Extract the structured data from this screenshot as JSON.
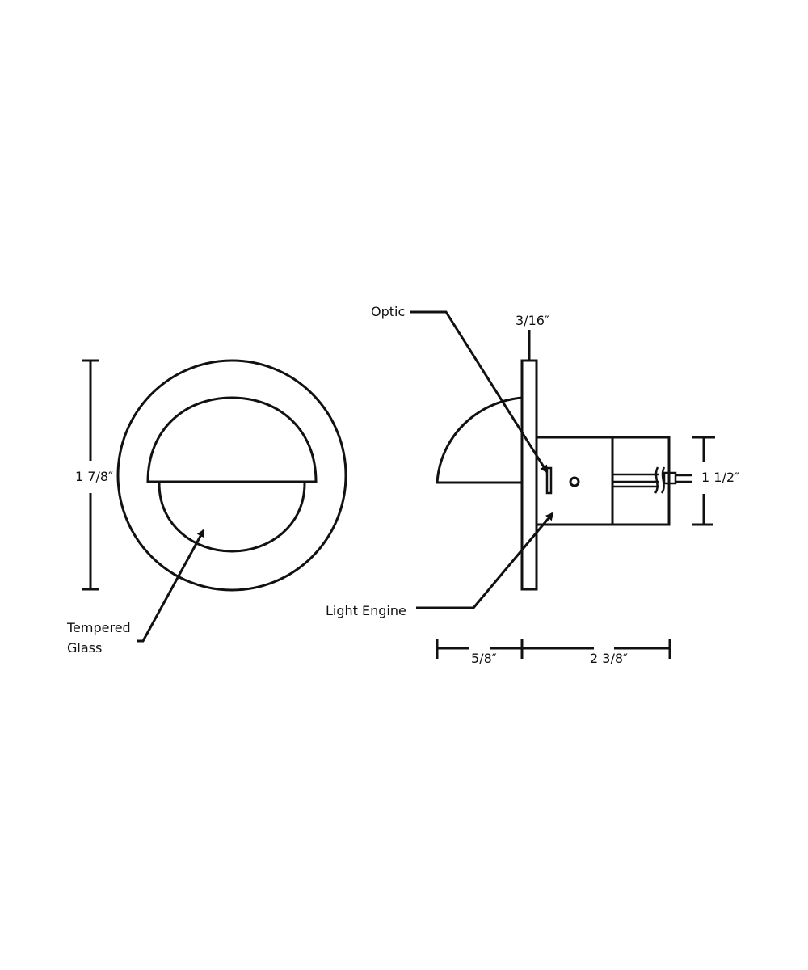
{
  "front_view": {
    "height_dimension": "1 7/8″",
    "callout_tempered_glass": [
      "Tempered",
      "Glass"
    ]
  },
  "side_view": {
    "plate_thickness_dimension": "3/16″",
    "housing_height_dimension": "1 1/2″",
    "depth_front_dimension": "5/8″",
    "depth_back_dimension": "2 3/8″",
    "callout_optic": "Optic",
    "callout_light_engine": "Light Engine"
  },
  "colors": {
    "line": "#111111",
    "background": "#ffffff"
  }
}
